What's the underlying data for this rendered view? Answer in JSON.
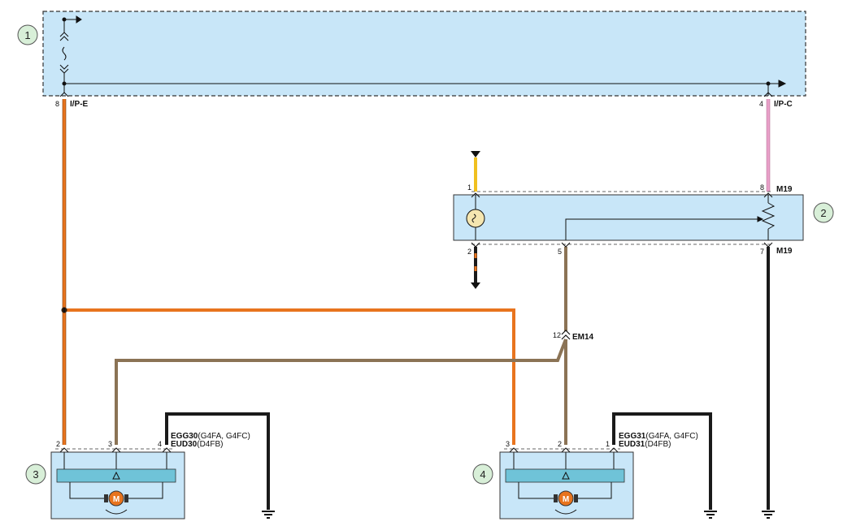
{
  "callouts": [
    "1",
    "2",
    "3",
    "4"
  ],
  "connectors": {
    "ipe": "I/P-E",
    "ipc": "I/P-C",
    "m19_top": "M19",
    "m19_bottom": "M19",
    "em14": "EM14",
    "egg30": "EGG30",
    "egg30_note": "(G4FA, G4FC)",
    "eud30": "EUD30",
    "eud30_note": "(D4FB)",
    "egg31": "EGG31",
    "egg31_note": "(G4FA, G4FC)",
    "eud31": "EUD31",
    "eud31_note": "(D4FB)"
  },
  "pins": {
    "ipe": "8",
    "ipc": "4",
    "m19_1": "1",
    "m19_8": "8",
    "m19_2": "2",
    "m19_5": "5",
    "m19_7": "7",
    "em14": "12",
    "left_2": "2",
    "left_3": "3",
    "left_4": "4",
    "right_3": "3",
    "right_2": "2",
    "right_1": "1"
  },
  "motor_symbol": "M",
  "wire_colors": {
    "orange": "#E8741E",
    "brown": "#8B7355",
    "pink": "#E8A0C8",
    "yellow": "#F0C020",
    "black": "#1a1a1a",
    "box_fill": "#C8E6F8",
    "bar_fill": "#6FC3D8"
  }
}
